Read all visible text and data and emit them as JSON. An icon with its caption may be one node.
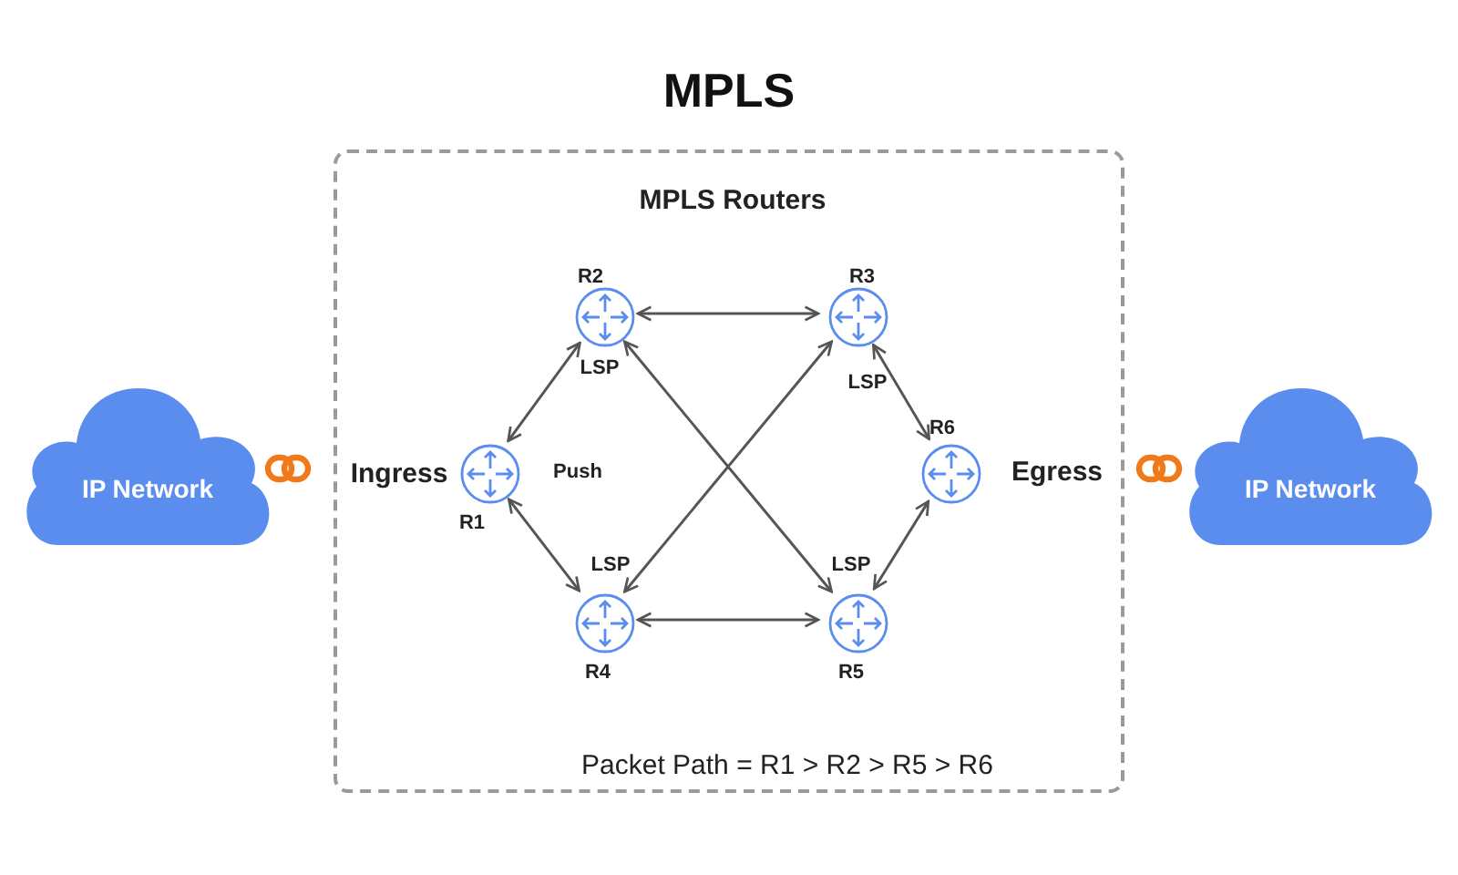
{
  "diagram": {
    "title": "MPLS",
    "nodes": [
      {
        "text": [
          "MPLS Routers",
          "Packet Path = R1 > R2 > R5 > R6"
        ]
      },
      {
        "text": [
          "IP Network"
        ]
      },
      {
        "text": [
          "R1"
        ],
        "in": 0,
        "beside": [
          "Ingress",
          "Push"
        ]
      },
      {
        "text": [
          "R2"
        ],
        "in": 0,
        "beside": [
          "LSP"
        ]
      },
      {
        "text": [
          "R3"
        ],
        "in": 0,
        "beside": [
          "LSP"
        ]
      },
      {
        "text": [
          "R4"
        ],
        "in": 0,
        "beside": [
          "LSP"
        ]
      },
      {
        "text": [
          "R5"
        ],
        "in": 0,
        "beside": [
          "LSP"
        ]
      },
      {
        "text": [
          "R6"
        ],
        "in": 0,
        "beside": [
          "Egress"
        ]
      },
      {
        "text": [
          "IP Network"
        ]
      }
    ],
    "edges": [
      {
        "from": 2,
        "to": 3,
        "arrow": "both"
      },
      {
        "from": 2,
        "to": 5,
        "arrow": "both"
      },
      {
        "from": 3,
        "to": 4,
        "arrow": "both"
      },
      {
        "from": 3,
        "to": 6,
        "arrow": "both"
      },
      {
        "from": 5,
        "to": 4,
        "arrow": "both"
      },
      {
        "from": 4,
        "to": 7,
        "arrow": "both"
      },
      {
        "from": 5,
        "to": 6,
        "arrow": "both"
      },
      {
        "from": 6,
        "to": 7,
        "arrow": "both"
      }
    ]
  }
}
